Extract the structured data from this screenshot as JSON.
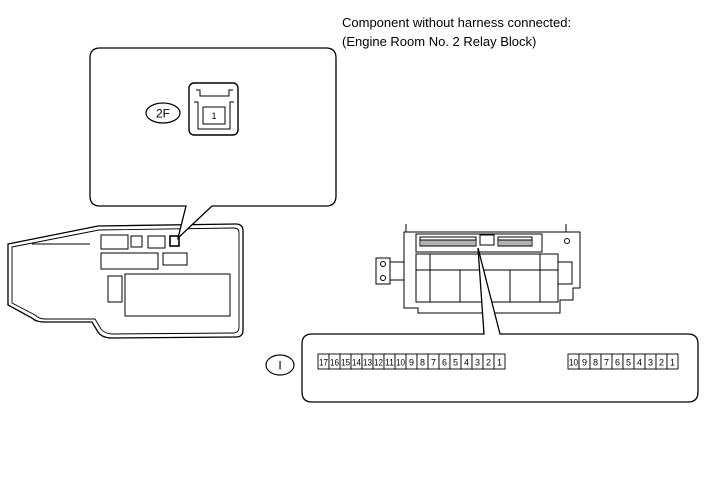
{
  "caption": {
    "line1": "Component without harness connected:",
    "line2": "(Engine Room No. 2 Relay Block)"
  },
  "connector_2f": {
    "tag": "2F",
    "pins": [
      "1"
    ]
  },
  "connector_i": {
    "tag": "I",
    "left_pins": [
      "17",
      "16",
      "15",
      "14",
      "13",
      "12",
      "11",
      "10",
      "9",
      "8",
      "7",
      "6",
      "5",
      "4",
      "3",
      "2",
      "1"
    ],
    "right_pins": [
      "10",
      "9",
      "8",
      "7",
      "6",
      "5",
      "4",
      "3",
      "2",
      "1"
    ]
  }
}
